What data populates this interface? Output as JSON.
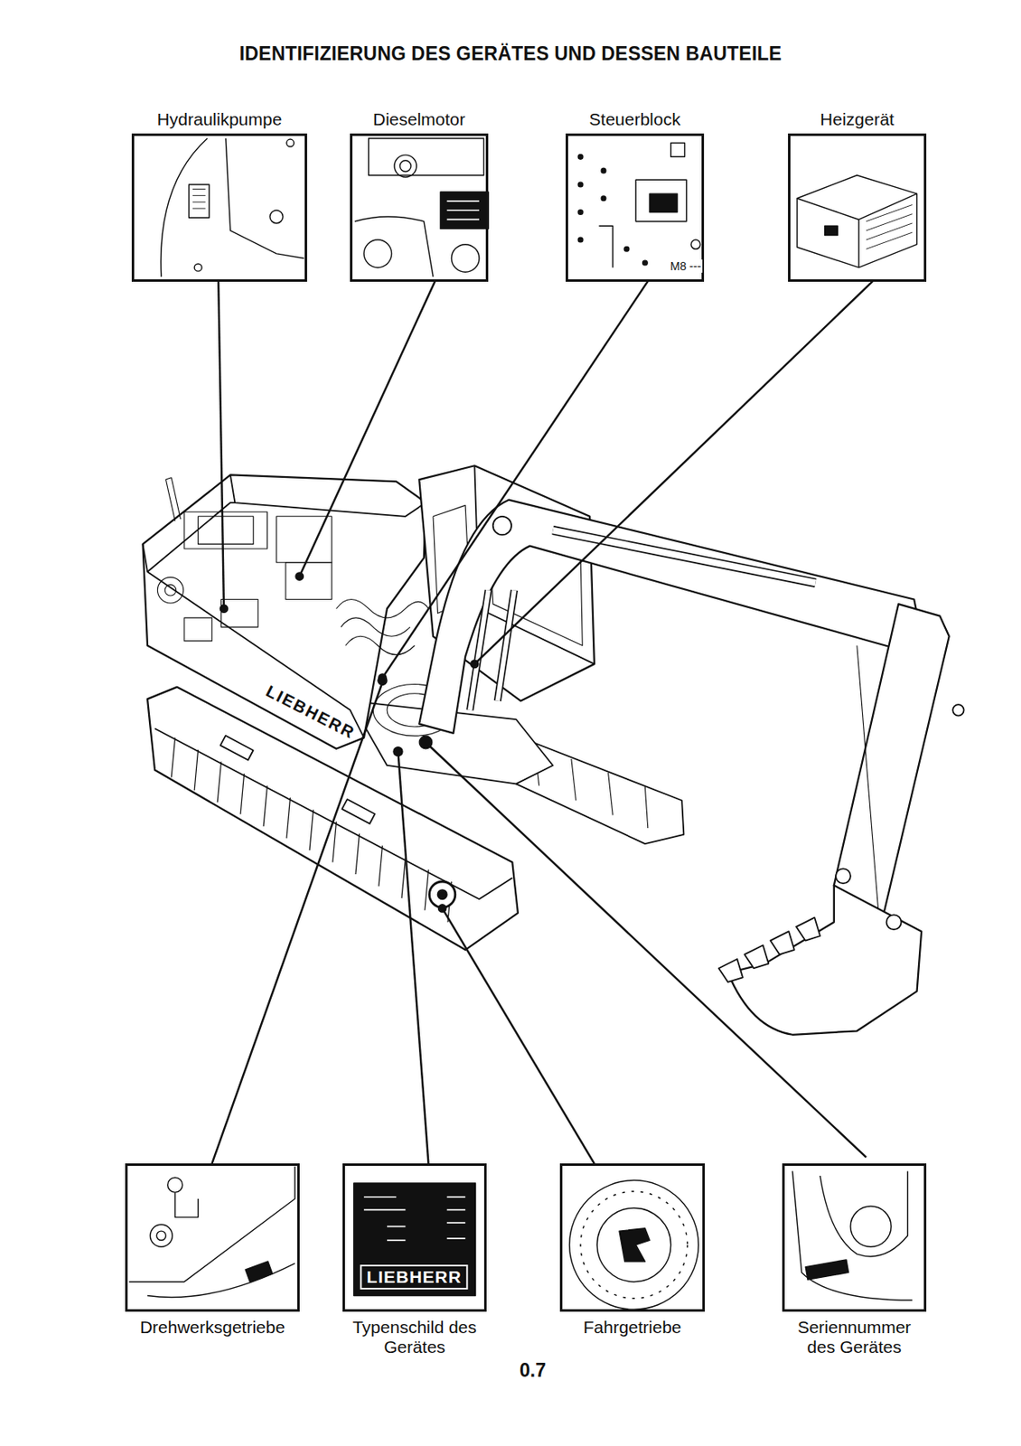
{
  "diagram": {
    "title": "IDENTIFIZIERUNG DES GERÄTES UND DESSEN BAUTEILE",
    "nodes": [
      {
        "text": [
          "Hydraulikpumpe"
        ]
      },
      {
        "text": [
          "Dieselmotor"
        ]
      },
      {
        "text": [
          "Steuerblock"
        ]
      },
      {
        "text": [
          "Heizgerät"
        ]
      },
      {
        "text": [
          "Drehwerksgetriebe"
        ]
      },
      {
        "text": [
          "Typenschild des Gerätes"
        ]
      },
      {
        "text": [
          "Fahrgetriebe"
        ]
      },
      {
        "text": [
          "Seriennummer des Gerätes"
        ]
      }
    ],
    "labels": [
      "M8 ---",
      "LIEBHERR",
      "LIEBHERR",
      "0.7"
    ]
  }
}
